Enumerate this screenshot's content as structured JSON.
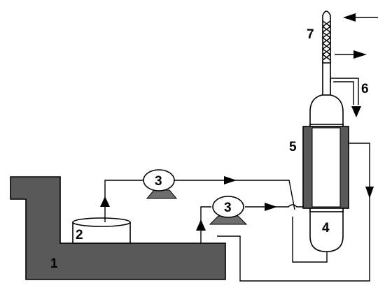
{
  "labels": {
    "tank": "1",
    "cylinder": "2",
    "pump_upper": "3",
    "pump_lower": "3",
    "flask": "4",
    "jacket": "5",
    "outlet": "6",
    "column": "7"
  },
  "colors": {
    "tank_fill": "#595959",
    "jacket_fill": "#595959",
    "pump_base": "#6e6e6e",
    "stroke": "#000000"
  }
}
